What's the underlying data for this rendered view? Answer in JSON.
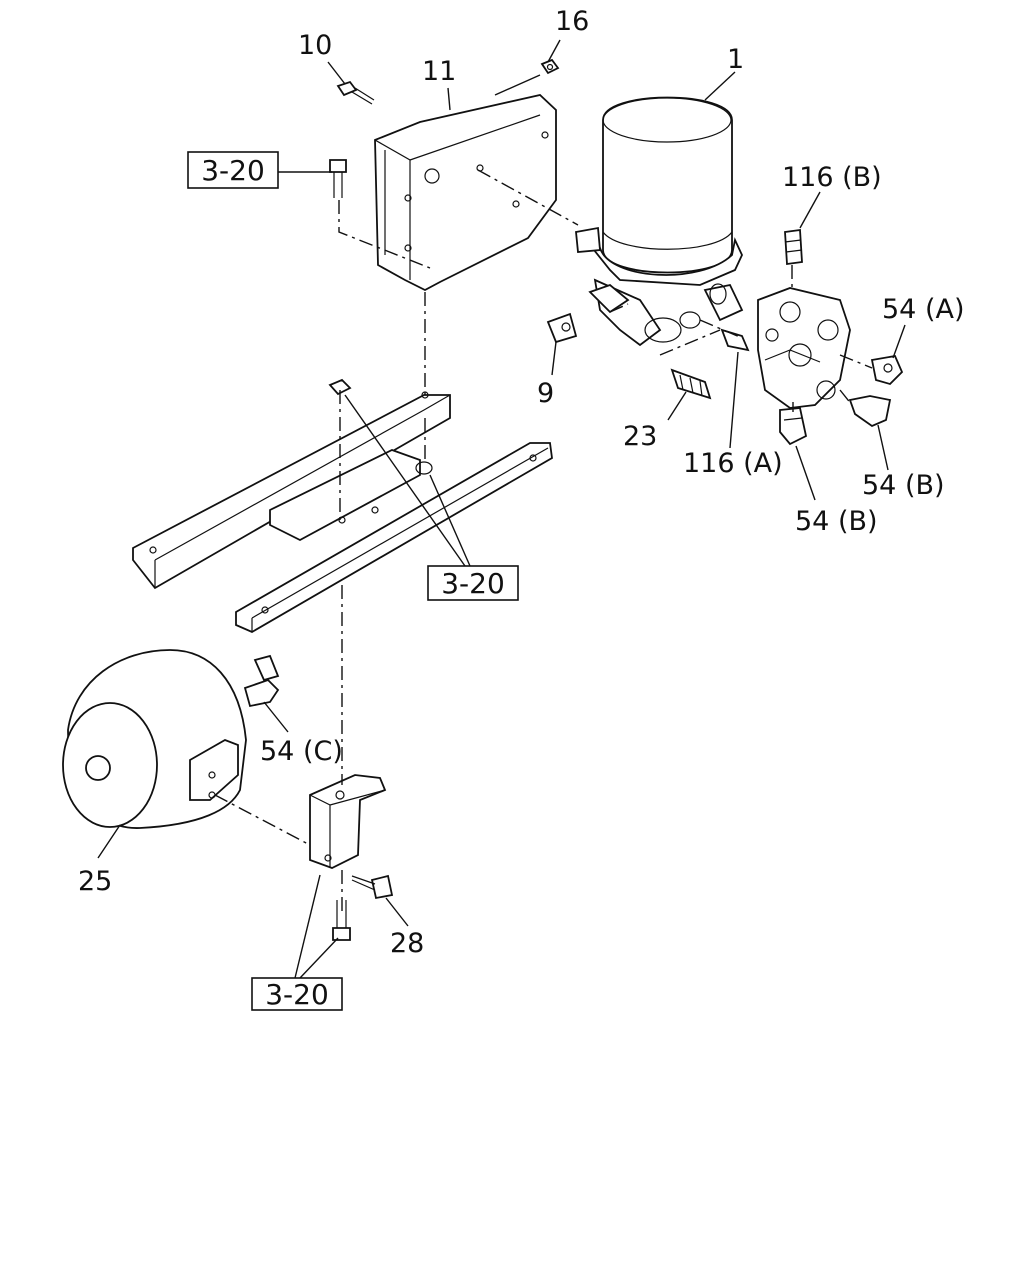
{
  "labels": {
    "p1": "1",
    "p9": "9",
    "p10": "10",
    "p11": "11",
    "p16": "16",
    "p23": "23",
    "p25": "25",
    "p28": "28",
    "p116a": "116 (A)",
    "p116b": "116 (B)",
    "p54a": "54 (A)",
    "p54b_right": "54 (B)",
    "p54b_bottom": "54 (B)",
    "p54c": "54 (C)"
  },
  "refs": {
    "ref_top": "3-20",
    "ref_middle": "3-20",
    "ref_bottom": "3-20"
  }
}
